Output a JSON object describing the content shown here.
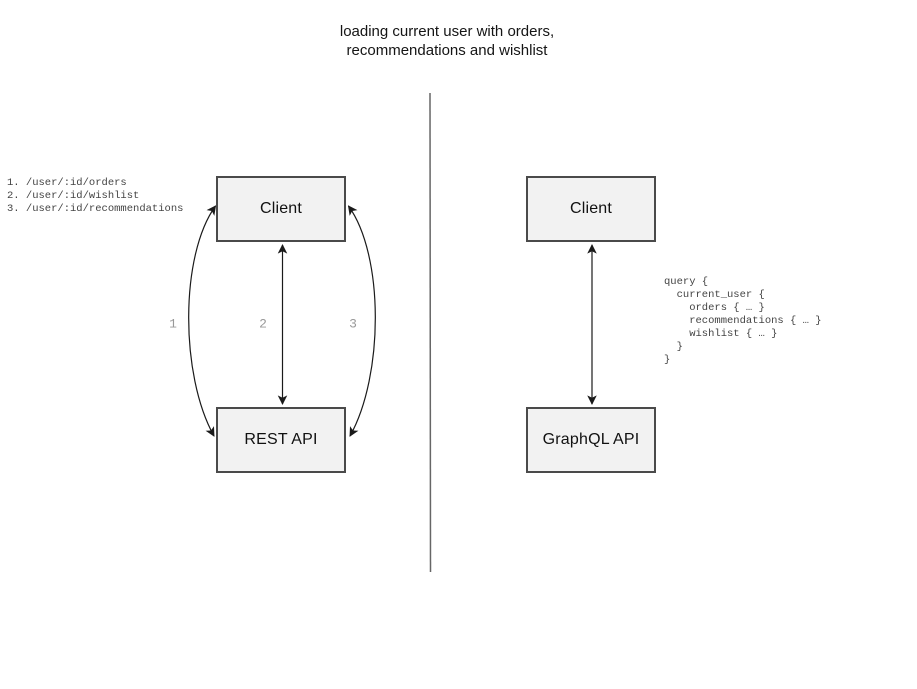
{
  "title": "loading current user with orders,\nrecommendations and wishlist",
  "left_diagram": {
    "endpoints": "1. /user/:id/orders\n2. /user/:id/wishlist\n3. /user/:id/recommendations",
    "client_label": "Client",
    "api_label": "REST API",
    "arrow_labels": [
      "1",
      "2",
      "3"
    ]
  },
  "right_diagram": {
    "client_label": "Client",
    "api_label": "GraphQL API",
    "query": "query {\n  current_user {\n    orders { … }\n    recommendations { … }\n    wishlist { … }\n  }\n}"
  },
  "colors": {
    "background": "#ffffff",
    "box_fill": "#f2f2f2",
    "box_border": "#4a4a4a",
    "arrow": "#1a1a1a",
    "divider": "#666666",
    "arrow_number": "#999999",
    "code_text": "#444444",
    "title_text": "#151515"
  }
}
